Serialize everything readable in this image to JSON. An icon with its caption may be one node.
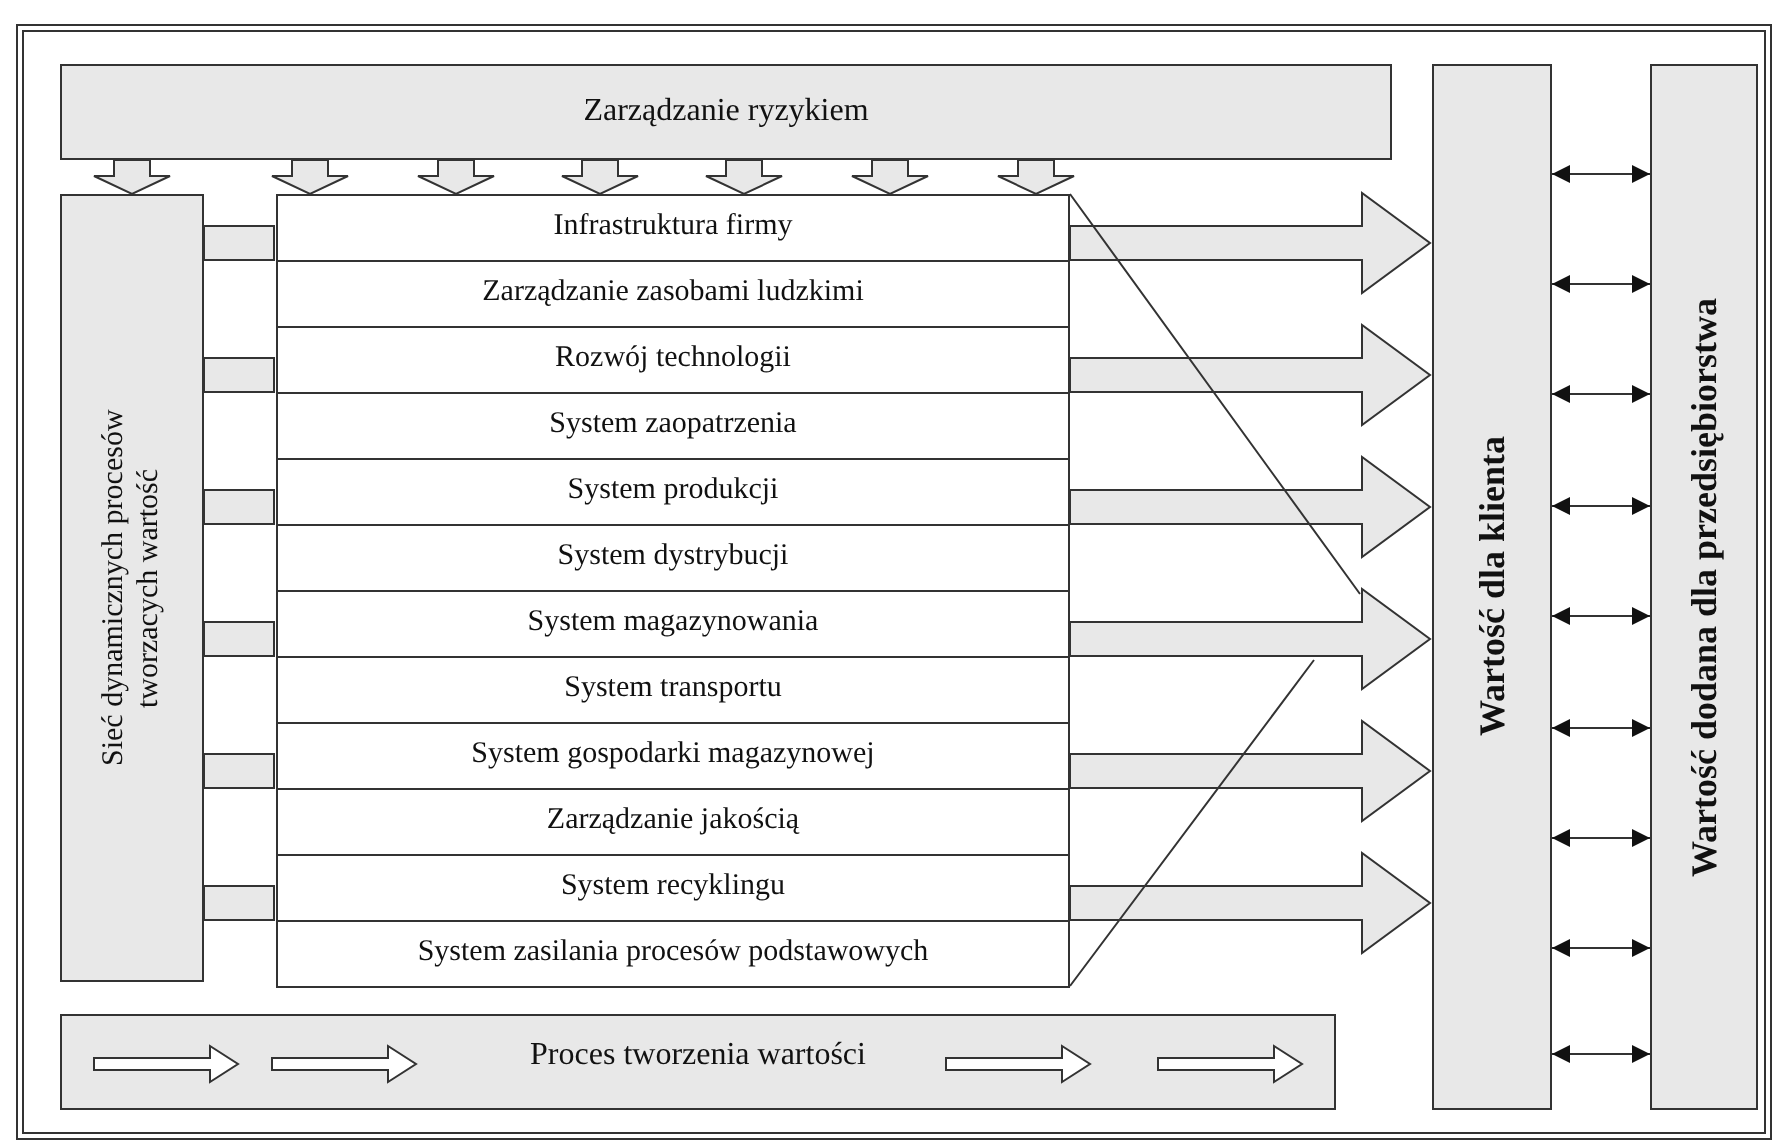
{
  "diagram": {
    "nodes": [
      {
        "text": [
          "Zarządzanie ryzykiem"
        ]
      },
      {
        "text": [
          "Sieć dynamicznych procesów tworzacych wartość"
        ]
      },
      {
        "text": [
          "Infrastruktura firmy"
        ]
      },
      {
        "text": [
          "Zarządzanie zasobami ludzkimi"
        ]
      },
      {
        "text": [
          "Rozwój technologii"
        ]
      },
      {
        "text": [
          "System zaopatrzenia"
        ]
      },
      {
        "text": [
          "System produkcji"
        ]
      },
      {
        "text": [
          "System dystrybucji"
        ]
      },
      {
        "text": [
          "System magazynowania"
        ]
      },
      {
        "text": [
          "System transportu"
        ]
      },
      {
        "text": [
          "System gospodarki magazynowej"
        ]
      },
      {
        "text": [
          "Zarządzanie jakością"
        ]
      },
      {
        "text": [
          "System recyklingu"
        ]
      },
      {
        "text": [
          "System zasilania procesów podstawowych"
        ]
      },
      {
        "text": [
          "Wartość dla klienta"
        ]
      },
      {
        "text": [
          "Wartość dodana dla przedsiębiorstwa"
        ]
      },
      {
        "text": [
          "Proces tworzenia wartości"
        ]
      }
    ],
    "edges": [
      {
        "from": 0,
        "to": 1,
        "arrow": "to"
      },
      {
        "from": 0,
        "to": 2,
        "arrow": "to"
      },
      {
        "from": 0,
        "to": 2,
        "arrow": "to"
      },
      {
        "from": 0,
        "to": 2,
        "arrow": "to"
      },
      {
        "from": 0,
        "to": 2,
        "arrow": "to"
      },
      {
        "from": 0,
        "to": 2,
        "arrow": "to"
      },
      {
        "from": 0,
        "to": 2,
        "arrow": "to"
      },
      {
        "from": 1,
        "to": 2,
        "arrow": "none"
      },
      {
        "from": 1,
        "to": 4,
        "arrow": "none"
      },
      {
        "from": 1,
        "to": 6,
        "arrow": "none"
      },
      {
        "from": 1,
        "to": 8,
        "arrow": "none"
      },
      {
        "from": 1,
        "to": 10,
        "arrow": "none"
      },
      {
        "from": 1,
        "to": 12,
        "arrow": "none"
      },
      {
        "from": 2,
        "to": 14,
        "arrow": "to"
      },
      {
        "from": 4,
        "to": 14,
        "arrow": "to"
      },
      {
        "from": 6,
        "to": 14,
        "arrow": "to"
      },
      {
        "from": 8,
        "to": 14,
        "arrow": "to"
      },
      {
        "from": 10,
        "to": 14,
        "arrow": "to"
      },
      {
        "from": 12,
        "to": 14,
        "arrow": "to"
      },
      {
        "from": 14,
        "to": 15,
        "arrow": "both"
      },
      {
        "from": 14,
        "to": 15,
        "arrow": "both"
      },
      {
        "from": 14,
        "to": 15,
        "arrow": "both"
      },
      {
        "from": 14,
        "to": 15,
        "arrow": "both"
      },
      {
        "from": 14,
        "to": 15,
        "arrow": "both"
      },
      {
        "from": 14,
        "to": 15,
        "arrow": "both"
      },
      {
        "from": 14,
        "to": 15,
        "arrow": "both"
      },
      {
        "from": 14,
        "to": 15,
        "arrow": "both"
      },
      {
        "from": 14,
        "to": 15,
        "arrow": "both"
      }
    ]
  }
}
